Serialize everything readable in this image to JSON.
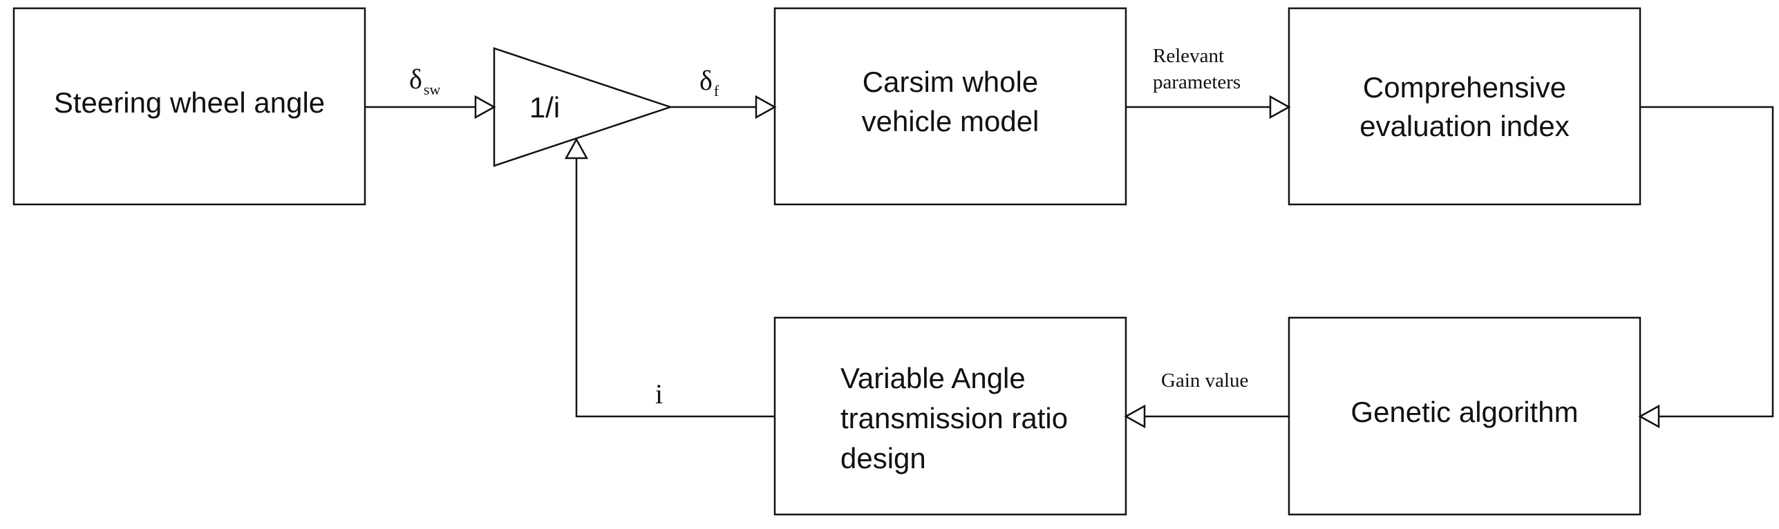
{
  "blocks": {
    "steering_wheel_angle": {
      "lines": [
        "Steering wheel angle"
      ]
    },
    "gain": {
      "label": "1/i"
    },
    "carsim_model": {
      "lines": [
        "Carsim whole",
        "vehicle model"
      ]
    },
    "evaluation_index": {
      "lines": [
        "Comprehensive",
        "evaluation index"
      ]
    },
    "genetic_algorithm": {
      "lines": [
        "Genetic algorithm"
      ]
    },
    "transmission_ratio_design": {
      "lines": [
        "Variable Angle",
        "transmission ratio",
        "design"
      ]
    }
  },
  "signals": {
    "delta_sw": {
      "symbol": "δ",
      "subscript": "sw"
    },
    "delta_f": {
      "symbol": "δ",
      "subscript": "f"
    },
    "relevant_parameters": {
      "lines": [
        "Relevant",
        "parameters"
      ]
    },
    "gain_value": {
      "label": "Gain value"
    },
    "ratio_i": {
      "label": "i"
    }
  }
}
